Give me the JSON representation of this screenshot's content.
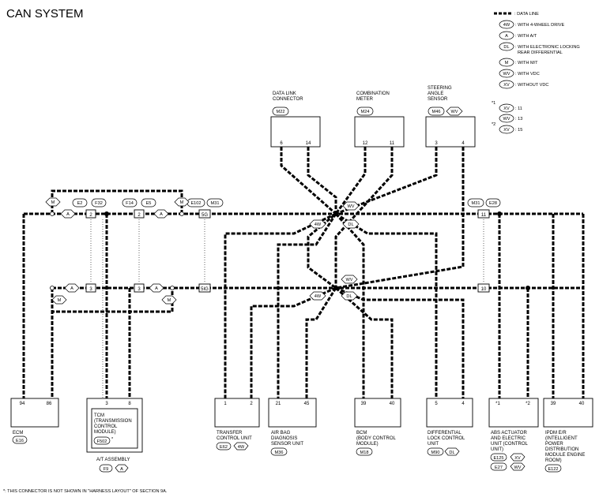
{
  "title": "CAN SYSTEM",
  "legend": {
    "data_line": ": DATA LINE",
    "items": [
      {
        "tag": "4W",
        "text": ": WITH 4-WHEEL DRIVE"
      },
      {
        "tag": "A",
        "text": ": WITH A/T"
      },
      {
        "tag": "DL",
        "text": ": WITH ELECTRONIC LOCKING",
        "text2": "REAR DIFFERENTIAL"
      },
      {
        "tag": "M",
        "text": ": WITH M/T"
      },
      {
        "tag": "WV",
        "text": ": WITH VDC"
      },
      {
        "tag": "XV",
        "text": ": WITHOUT VDC"
      },
      {
        "mark": "*1",
        "tag": "XV",
        "text": ": 11"
      },
      {
        "tag": "WV",
        "text": ": 13"
      },
      {
        "mark": "*2",
        "tag": "XV",
        "text": ": 15"
      }
    ]
  },
  "top_units": [
    {
      "name1": "DATA LINK",
      "name2": "CONNECTOR",
      "conn": "M22",
      "pins": [
        "6",
        "14"
      ]
    },
    {
      "name1": "COMBINATION",
      "name2": "METER",
      "conn": "M24",
      "pins": [
        "12",
        "11"
      ]
    },
    {
      "name1": "STEERING",
      "name2": "ANGLE",
      "name3": "SENSOR",
      "conn": "M46",
      "conn2": "WV",
      "pins": [
        "3",
        "4"
      ]
    }
  ],
  "connectors": {
    "e2": "E2",
    "f32": "F32",
    "f14": "F14",
    "e5": "E5",
    "e102": "E102",
    "m31a": "M31",
    "m31b": "M31",
    "e28": "E28",
    "pin_2a": "2",
    "pin_2b": "2",
    "pin_5g": "5G",
    "pin_11": "11",
    "pin_3a": "3",
    "pin_3b": "3",
    "pin_5ib": "5IG",
    "pin_10": "10"
  },
  "tags": {
    "m": "M",
    "a": "A",
    "fourw": "4W",
    "wv": "WV",
    "dl": "DL"
  },
  "bottom_units": [
    {
      "name": [
        "ECM"
      ],
      "conn": "E16",
      "pins": [
        "94",
        "86"
      ]
    },
    {
      "name": [
        "TCM",
        "(TRANSMISSION",
        "CONTROL",
        "MODULE)"
      ],
      "conn": "F502",
      "star": "*",
      "pins": [
        "3",
        "8"
      ],
      "assy": "A/T ASSEMBLY",
      "assy_conn": "F9",
      "assy_tag": "A"
    },
    {
      "name": [
        "TRANSFER",
        "CONTROL UNIT"
      ],
      "conn": "E62",
      "tag": "4W",
      "pins": [
        "1",
        "2"
      ]
    },
    {
      "name": [
        "AIR BAG",
        "DIAGNOSIS",
        "SENSOR UNIT"
      ],
      "conn": "M36",
      "pins": [
        "21",
        "45"
      ]
    },
    {
      "name": [
        "BCM",
        "(BODY CONTROL",
        "MODULE)"
      ],
      "conn": "M18",
      "pins": [
        "39",
        "40"
      ]
    },
    {
      "name": [
        "DIFFERENTIAL",
        "LOCK CONTROL",
        "UNIT"
      ],
      "conn": "M90",
      "tag": "DL",
      "pins": [
        "5",
        "4"
      ]
    },
    {
      "name": [
        "ABS ACTUATOR",
        "AND ELECTRIC",
        "UNIT (CONTROL",
        "UNIT)"
      ],
      "conn": "E125",
      "tag": "XV",
      "conn_b": "E27",
      "tag_b": "WV",
      "pins": [
        "*1",
        "*2"
      ]
    },
    {
      "name": [
        "IPDM E/R",
        "(INTELLIGENT",
        "POWER",
        "DISTRIBUTION",
        "MODULE ENGINE",
        "ROOM)"
      ],
      "conn": "E122",
      "pins": [
        "39",
        "40"
      ]
    }
  ],
  "footnote": "*: THIS CONNECTOR IS NOT SHOWN IN \"HARNESS LAYOUT\" OF SECTION 9A."
}
